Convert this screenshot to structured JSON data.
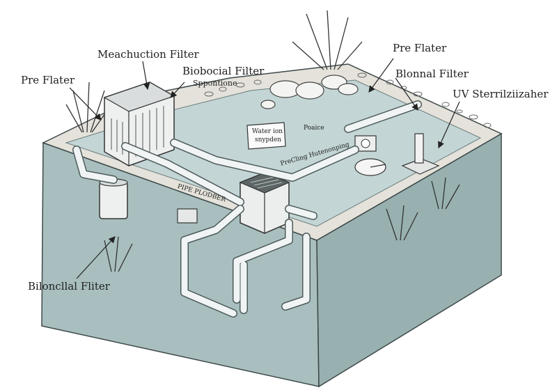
{
  "labels": {
    "meachuction_filter": "Meachuction Filter",
    "pre_flater_left": "Pre Flater",
    "biobocial_filter": "Biobocial Filter",
    "sppontione": "Sppontione",
    "pre_flater_right": "Pre Flater",
    "blonnal_filter": "Blonnal Filter",
    "uv_sterilizer": "UV Sterrilziizaher",
    "water_ion_line1": "Water ion",
    "water_ion_line2": "snypden",
    "poaice": "Poaice",
    "precling": "PreCling Hutenonping",
    "pipe_plodber": "PIPE PLODBER",
    "bilonclial_fliter": "Biloncllal Fliter"
  },
  "colors": {
    "water": "#b9cccc",
    "water_side": "#9fb6b6",
    "pipe": "#f1f4f4",
    "pipe_stroke": "#4d5a5a",
    "ink": "#1e1e1e"
  }
}
